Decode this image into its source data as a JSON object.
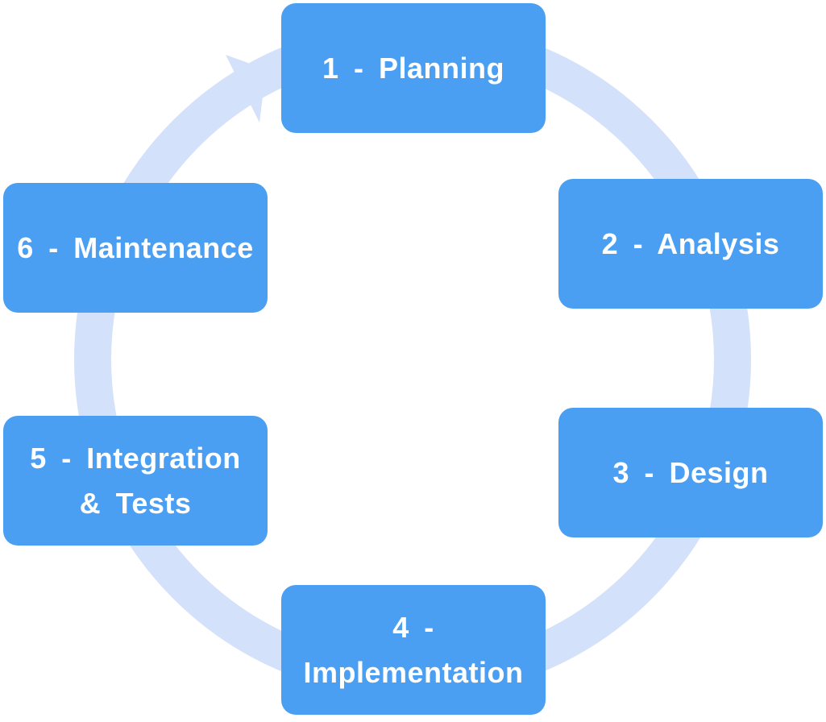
{
  "diagram": {
    "type": "cycle",
    "direction": "clockwise",
    "colors": {
      "box_fill": "#4a9ff2",
      "ring": "#d3e1fa",
      "text": "#ffffff",
      "background": "#ffffff"
    },
    "steps": [
      {
        "label": "1 - Planning"
      },
      {
        "label": "2 - Analysis"
      },
      {
        "label": "3 - Design"
      },
      {
        "label": "4 - Implementation"
      },
      {
        "label": "5 - Integration & Tests"
      },
      {
        "label": "6 - Maintenance"
      }
    ]
  }
}
